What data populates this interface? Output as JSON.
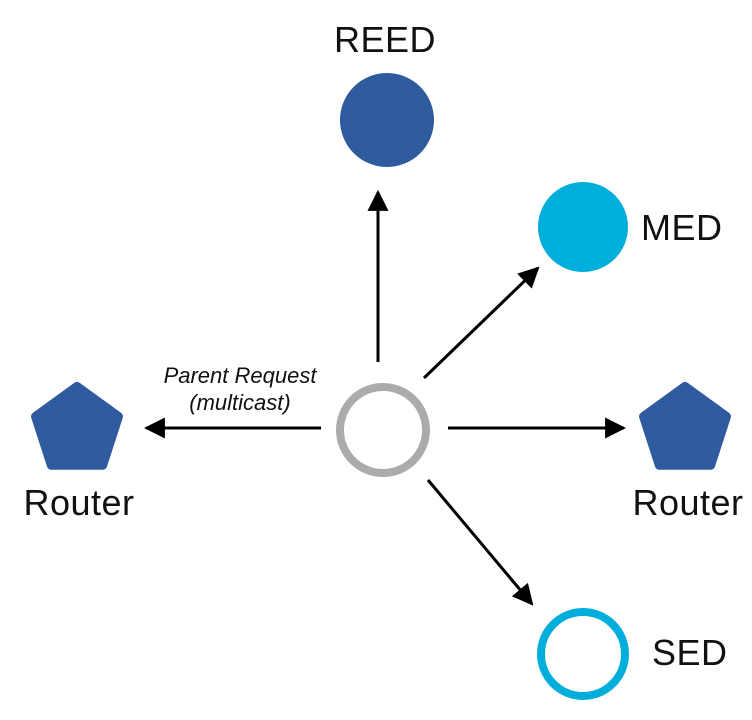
{
  "diagram": {
    "kind": "thread-network-attach-diagram",
    "annotation": {
      "line1": "Parent Request",
      "line2": "(multicast)"
    },
    "nodes": {
      "reed": {
        "label": "REED",
        "shape": "filled-circle"
      },
      "med": {
        "label": "MED",
        "shape": "filled-circle"
      },
      "sed": {
        "label": "SED",
        "shape": "outlined-circle"
      },
      "router_left": {
        "label": "Router",
        "shape": "pentagon"
      },
      "router_right": {
        "label": "Router",
        "shape": "pentagon"
      },
      "joiner": {
        "label": "",
        "shape": "outlined-circle"
      }
    },
    "colors": {
      "node_blue": "#2F5B9E",
      "node_cyan": "#00AEDB",
      "joiner_gray": "#ABABAB",
      "ink": "#000000",
      "background": "#FFFFFF"
    }
  }
}
